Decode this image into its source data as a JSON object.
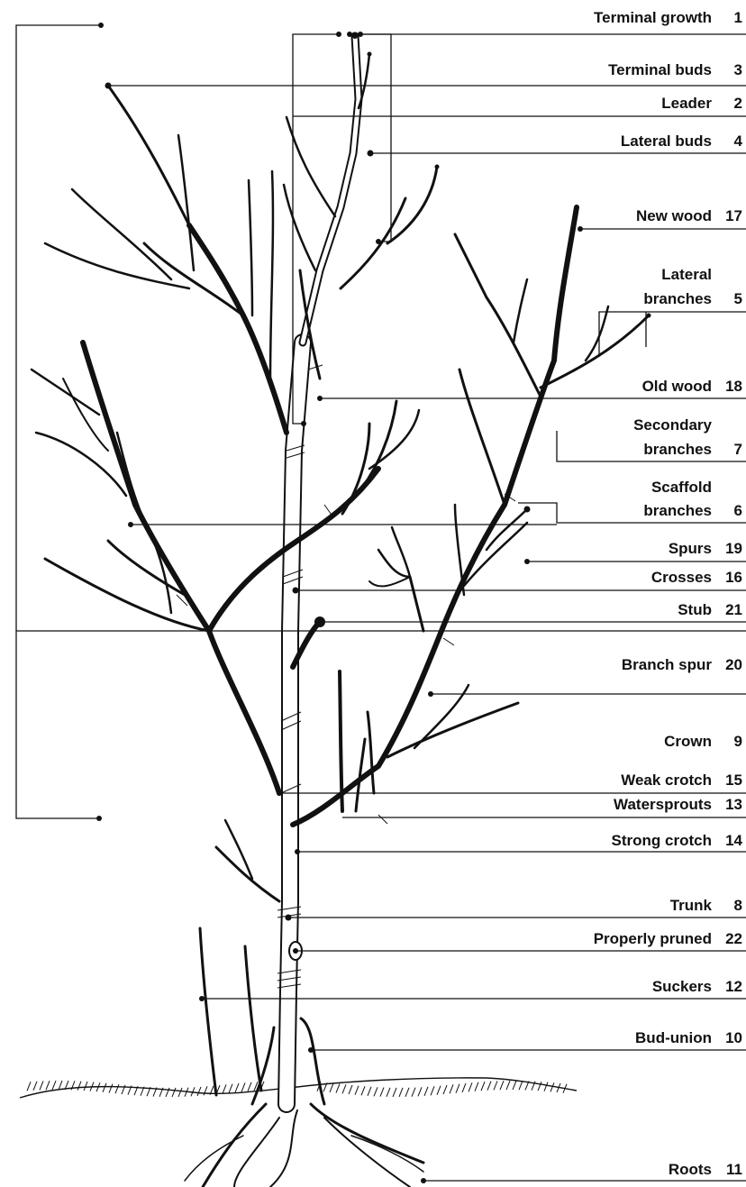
{
  "diagram": {
    "labels": [
      {
        "id": "terminal-growth",
        "text": "Terminal growth",
        "num": "1"
      },
      {
        "id": "terminal-buds",
        "text": "Terminal buds",
        "num": "3"
      },
      {
        "id": "leader",
        "text": "Leader",
        "num": "2"
      },
      {
        "id": "lateral-buds",
        "text": "Lateral buds",
        "num": "4"
      },
      {
        "id": "new-wood",
        "text": "New wood",
        "num": "17"
      },
      {
        "id": "lateral-branches-1",
        "text": "Lateral",
        "num": ""
      },
      {
        "id": "lateral-branches-2",
        "text": "branches",
        "num": "5"
      },
      {
        "id": "old-wood",
        "text": "Old wood",
        "num": "18"
      },
      {
        "id": "secondary-branches-1",
        "text": "Secondary",
        "num": ""
      },
      {
        "id": "secondary-branches-2",
        "text": "branches",
        "num": "7"
      },
      {
        "id": "scaffold-branches-1",
        "text": "Scaffold",
        "num": ""
      },
      {
        "id": "scaffold-branches-2",
        "text": "branches",
        "num": "6"
      },
      {
        "id": "spurs",
        "text": "Spurs",
        "num": "19"
      },
      {
        "id": "crosses",
        "text": "Crosses",
        "num": "16"
      },
      {
        "id": "stub",
        "text": "Stub",
        "num": "21"
      },
      {
        "id": "branch-spur",
        "text": "Branch spur",
        "num": "20"
      },
      {
        "id": "crown",
        "text": "Crown",
        "num": "9"
      },
      {
        "id": "weak-crotch",
        "text": "Weak crotch",
        "num": "15"
      },
      {
        "id": "watersprouts",
        "text": "Watersprouts",
        "num": "13"
      },
      {
        "id": "strong-crotch",
        "text": "Strong crotch",
        "num": "14"
      },
      {
        "id": "trunk",
        "text": "Trunk",
        "num": "8"
      },
      {
        "id": "properly-pruned",
        "text": "Properly pruned",
        "num": "22"
      },
      {
        "id": "suckers",
        "text": "Suckers",
        "num": "12"
      },
      {
        "id": "bud-union",
        "text": "Bud-union",
        "num": "10"
      },
      {
        "id": "roots",
        "text": "Roots",
        "num": "11"
      }
    ]
  }
}
